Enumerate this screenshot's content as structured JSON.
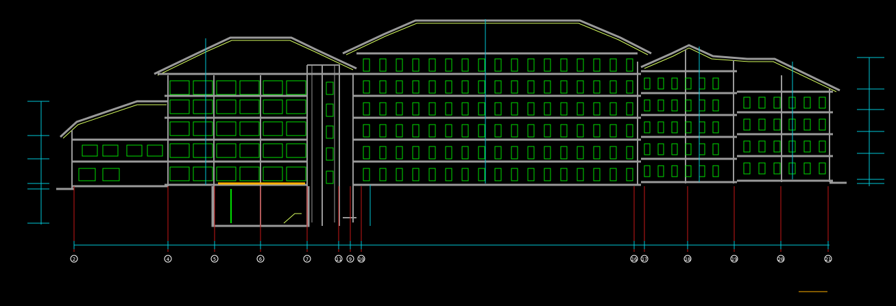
{
  "drawing": {
    "background": "#000000",
    "colors": {
      "structure": "#9a9a9a",
      "window": "#00e000",
      "roof_accent": "#d8ff60",
      "dimension": "#00c8d8",
      "grid_line": "#c81818",
      "bubble": "#ffffff",
      "highlight": "#ffb000"
    },
    "grid_axes": [
      {
        "label": "2"
      },
      {
        "label": "4"
      },
      {
        "label": "5"
      },
      {
        "label": "6"
      },
      {
        "label": "7"
      },
      {
        "label": "11"
      },
      {
        "label": "9"
      },
      {
        "label": "10"
      },
      {
        "label": "16"
      },
      {
        "label": "17"
      },
      {
        "label": "18"
      },
      {
        "label": "19"
      },
      {
        "label": "20"
      },
      {
        "label": "21"
      }
    ]
  }
}
